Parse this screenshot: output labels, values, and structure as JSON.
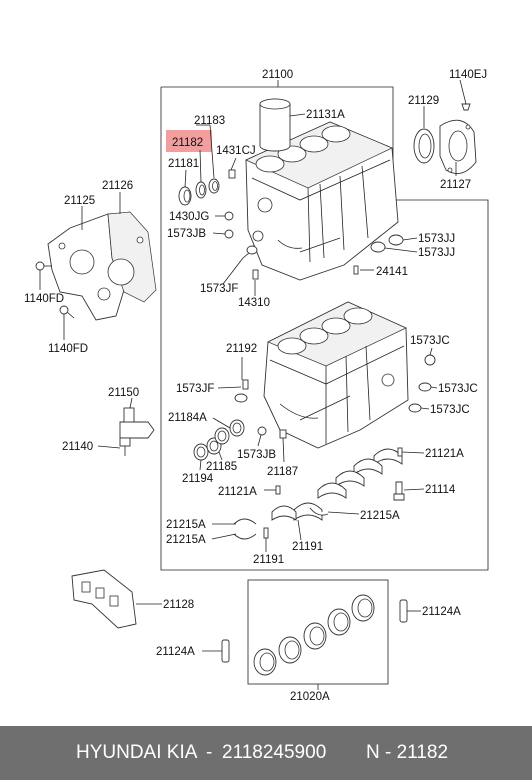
{
  "colors": {
    "highlight": "#f08d8d",
    "footer_bg": "#6f6f6f",
    "footer_text": "#ffffff"
  },
  "labels": {
    "p21100": "21100",
    "p1140EJ": "1140EJ",
    "p21129": "21129",
    "p21183": "21183",
    "p21131A": "21131A",
    "p21182": "21182",
    "p1431CJ": "1431CJ",
    "p21181": "21181",
    "p21127": "21127",
    "p21126": "21126",
    "p21125": "21125",
    "p1430JG": "1430JG",
    "p1573JB_top": "1573JB",
    "p1573JJ_a": "1573JJ",
    "p1573JJ_b": "1573JJ",
    "p24141": "24141",
    "p1573JF_top": "1573JF",
    "p14310": "14310",
    "p1140FD_a": "1140FD",
    "p1140FD_b": "1140FD",
    "p21192": "21192",
    "p1573JC_a": "1573JC",
    "p1573JF_mid": "1573JF",
    "p1573JC_b": "1573JC",
    "p21150": "21150",
    "p1573JC_c": "1573JC",
    "p21184A": "21184A",
    "p21140": "21140",
    "p21121A_right": "21121A",
    "p1573JB_mid": "1573JB",
    "p21185": "21185",
    "p21187": "21187",
    "p21194": "21194",
    "p21114": "21114",
    "p21121A_mid": "21121A",
    "p21215A_left1": "21215A",
    "p21215A_right": "21215A",
    "p21215A_left2": "21215A",
    "p21191_a": "21191",
    "p21191_b": "21191",
    "p21128": "21128",
    "p21124A_right": "21124A",
    "p21124A_left": "21124A",
    "p21020A": "21020A"
  },
  "footer": {
    "brand": "HYUNDAI  KIA",
    "separator": "-",
    "part_number": "2118245900",
    "code": "N - 21182"
  }
}
